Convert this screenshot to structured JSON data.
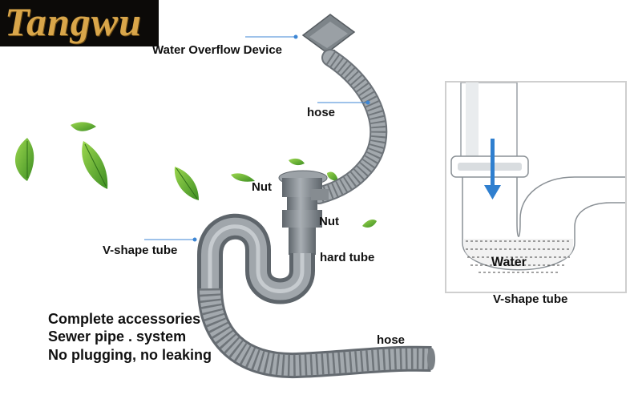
{
  "brand": {
    "name": "Tangwu",
    "color": "#d9a64a"
  },
  "labels": {
    "overflow": "Water Overflow Device",
    "hose_top": "hose",
    "nut_1": "Nut",
    "nut_2": "Nut",
    "hard_tube": "hard tube",
    "v_shape": "V-shape tube",
    "hose_bottom": "hose"
  },
  "slogans": [
    "Complete accessories",
    "Sewer pipe . system",
    "No plugging, no leaking"
  ],
  "inset": {
    "water": "Water",
    "caption": "V-shape tube"
  },
  "colors": {
    "pipe": "#8e9499",
    "pipe_dark": "#5f666c",
    "leader": "#3d86d4",
    "leaf": "#7cc43a"
  },
  "icons": [
    "leaf-icon",
    "flow-arrow-icon"
  ]
}
